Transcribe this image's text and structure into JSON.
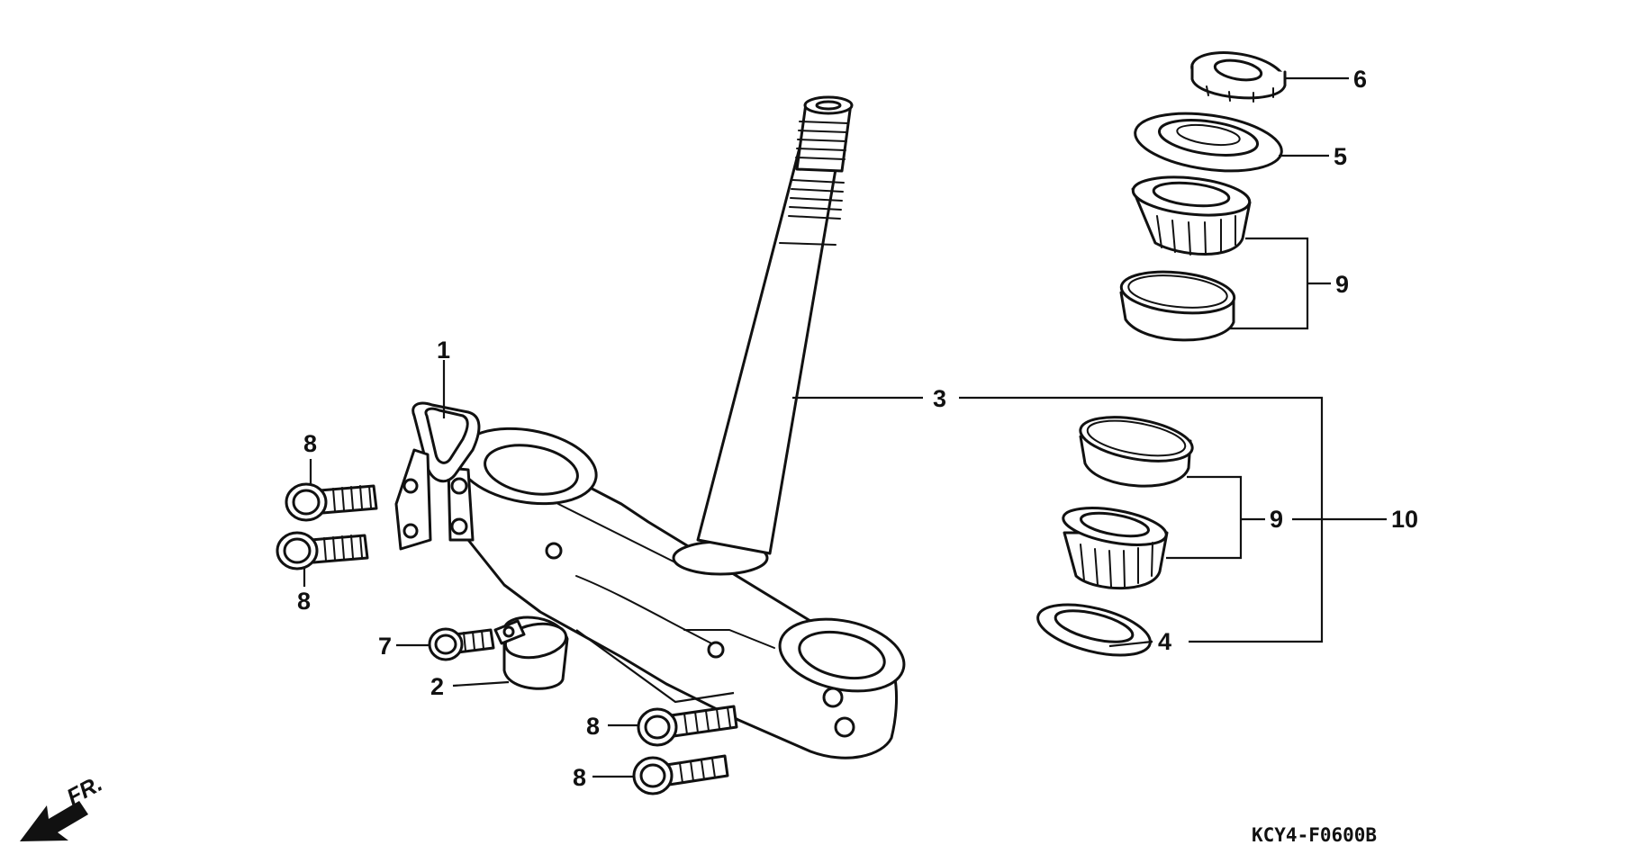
{
  "diagram": {
    "code": "KCY4-F0600B",
    "direction_label": "FR.",
    "callouts": {
      "c1": "1",
      "c2": "2",
      "c3": "3",
      "c4": "4",
      "c5": "5",
      "c6": "6",
      "c7": "7",
      "c8a": "8",
      "c8b": "8",
      "c8c": "8",
      "c8d": "8",
      "c9a": "9",
      "c9b": "9",
      "c10": "10"
    }
  }
}
